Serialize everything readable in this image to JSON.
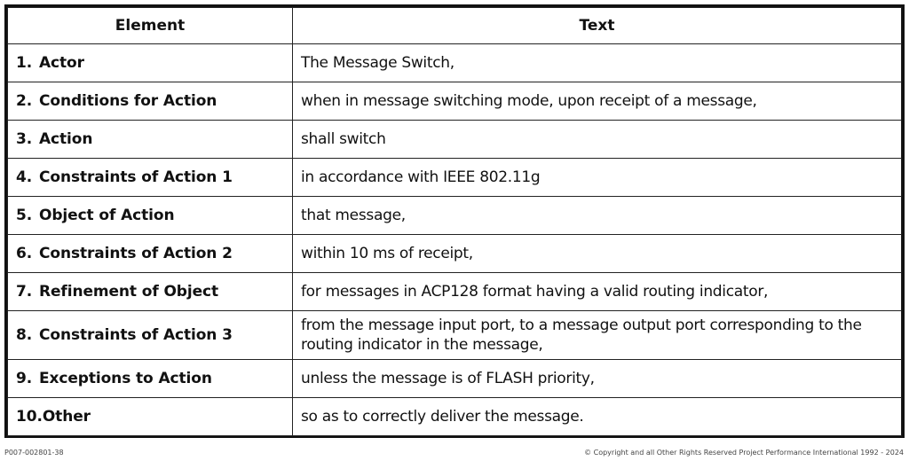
{
  "table": {
    "headers": {
      "element": "Element",
      "text": "Text"
    },
    "rows": [
      {
        "num": "1.",
        "element": "Actor",
        "text": "The Message Switch,"
      },
      {
        "num": "2.",
        "element": "Conditions for Action",
        "text": "when in message switching mode, upon receipt of a message,"
      },
      {
        "num": "3.",
        "element": "Action",
        "text": "shall switch"
      },
      {
        "num": "4.",
        "element": "Constraints of Action 1",
        "text": "in accordance with IEEE 802.11g"
      },
      {
        "num": "5.",
        "element": "Object of Action",
        "text": "that message,"
      },
      {
        "num": "6.",
        "element": "Constraints of Action 2",
        "text": "within 10 ms of receipt,"
      },
      {
        "num": "7.",
        "element": "Refinement of Object",
        "text": "for messages in ACP128 format having a valid routing indicator,"
      },
      {
        "num": "8.",
        "element": "Constraints of Action 3",
        "text": "from the message input port, to a message output port corresponding to the routing indicator in the message,"
      },
      {
        "num": "9.",
        "element": "Exceptions to Action",
        "text": "unless the message is of FLASH priority,"
      },
      {
        "num": "10.",
        "element": "Other",
        "text": "so as to correctly deliver the message."
      }
    ]
  },
  "footer": {
    "figure_id": "P007-002801-38",
    "copyright": "© Copyright and all Other Rights Reserved Project Performance International 1992 - 2024"
  },
  "colors": {
    "border": "#111111",
    "text": "#111111",
    "footer_text": "#444444",
    "background": "#ffffff"
  }
}
